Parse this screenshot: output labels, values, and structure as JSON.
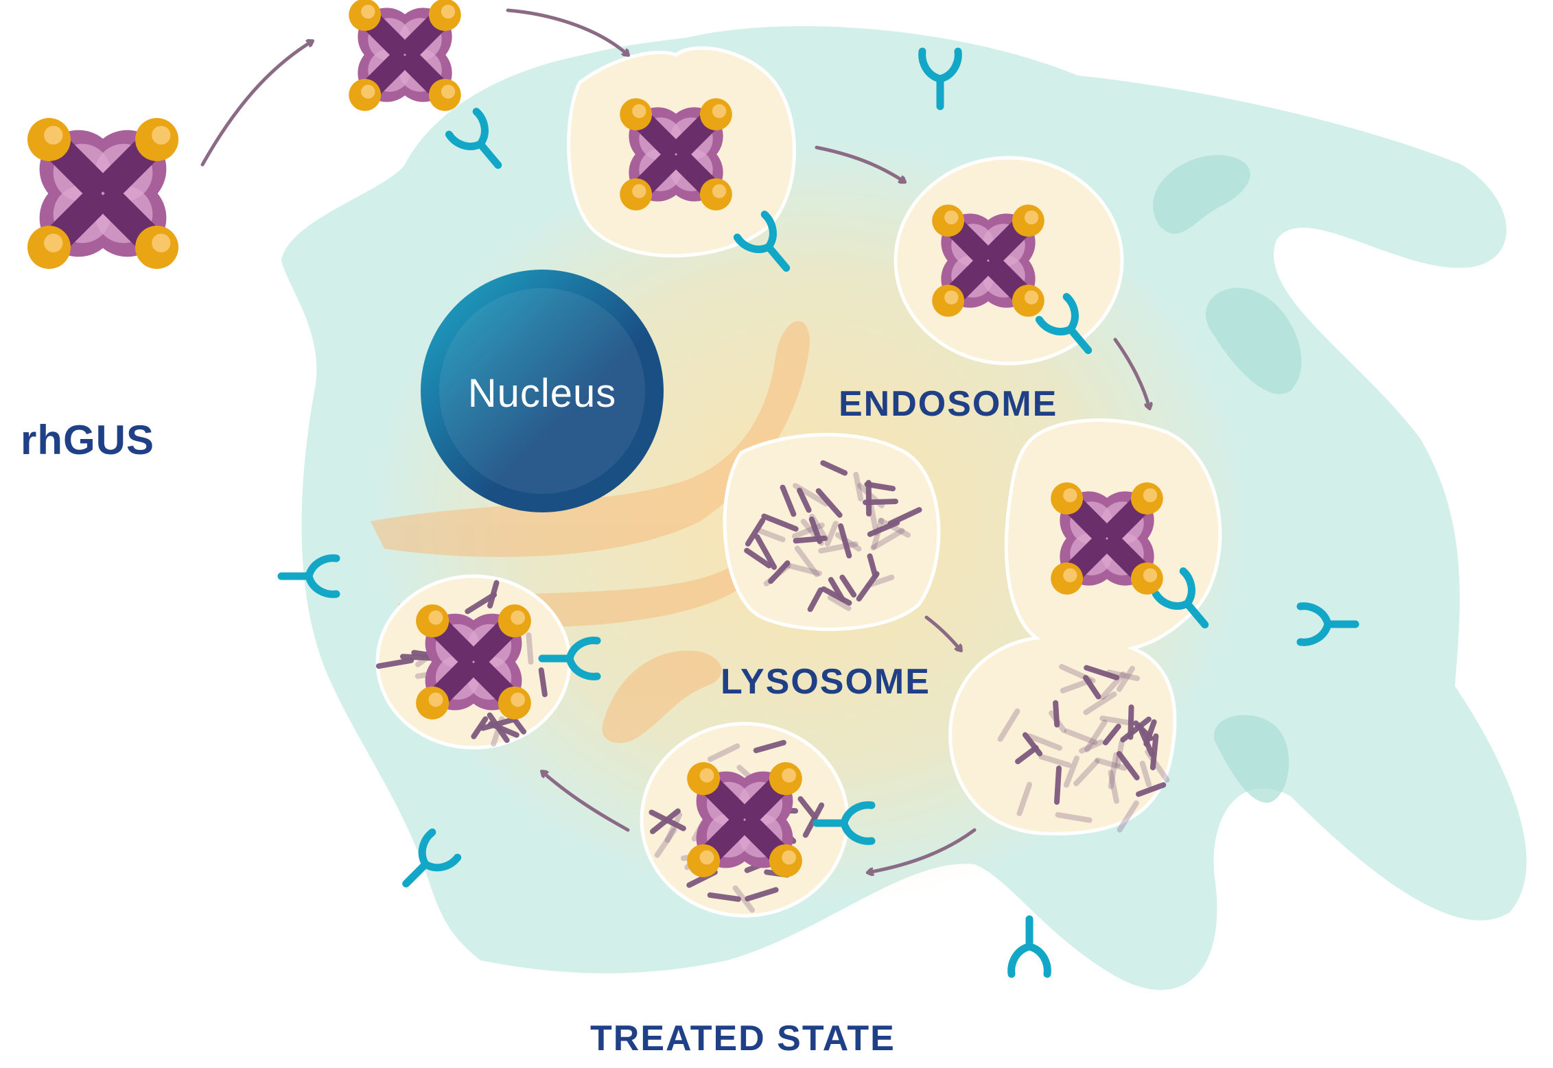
{
  "labels": {
    "rhgus": "rhGUS",
    "nucleus": "Nucleus",
    "endosome": "ENDOSOME",
    "lysosome": "LYSOSOME",
    "treated_state": "TREATED STATE"
  },
  "colors": {
    "label_text": "#1f3f86",
    "nucleus_text": "#ffffff",
    "cell_fill": "#d3efea",
    "cytoplasm_glow": "#fde3ad",
    "vesicle_fill": "#fbf1d9",
    "vesicle_outline": "#ffffff",
    "enzyme_body": "#a7609a",
    "enzyme_center": "#d9a6cf",
    "enzyme_arm": "#6a2e6b",
    "enzyme_ball": "#eaa515",
    "enzyme_ball_highlight": "#f8c76a",
    "receptor": "#12a6c7",
    "arrow": "#8a6a85",
    "substrate": "#7e5a7e",
    "nucleus_dark": "#1a4f84",
    "nucleus_light": "#1ea9c9",
    "organelle": "#a9ded6",
    "golgi": "#f7bd7f"
  }
}
